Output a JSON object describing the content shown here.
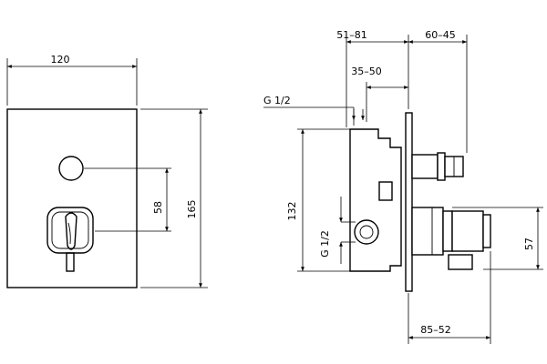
{
  "front_view": {
    "width": "120",
    "height": "165",
    "button_to_handle": "58"
  },
  "side_view": {
    "top_dim_1": "51–81",
    "top_dim_2": "60–45",
    "mid_dim": "35–50",
    "inlet_thread": "G 1/2",
    "body_height": "132",
    "outlet_thread": "G 1/2",
    "bottom_dim": "85–52",
    "right_dim": "57"
  }
}
